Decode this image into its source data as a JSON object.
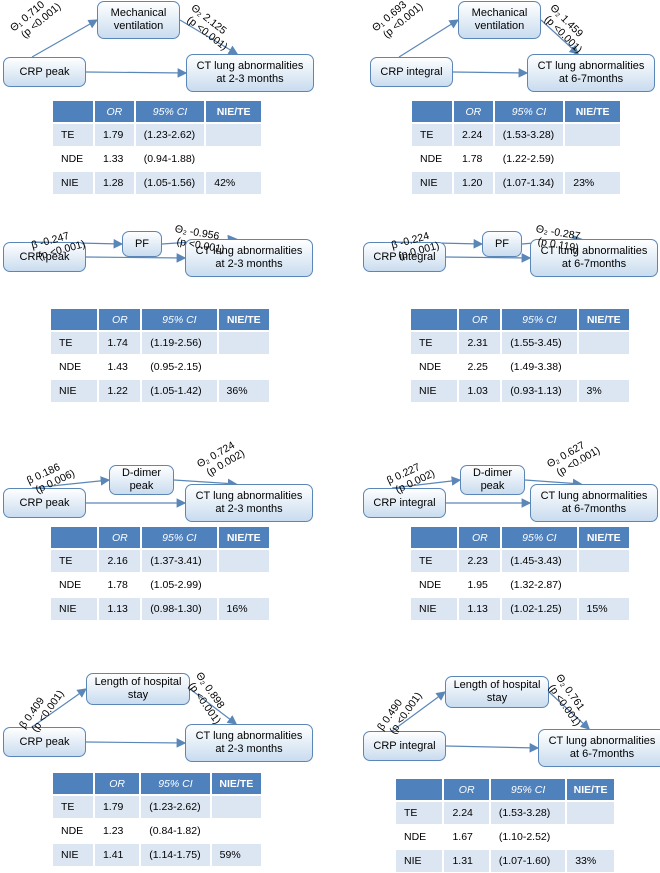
{
  "panels": [
    {
      "exposure": "CRP peak",
      "mediator": "Mechanical\nventilation",
      "outcome": "CT lung abnormalities\nat 2-3 months",
      "path_a": {
        "coef": "Θ₁ 0.710",
        "p": "(p <0.001)"
      },
      "path_b": {
        "coef": "Θ₂ 2.125",
        "p": "(p <0.001)"
      },
      "headers": [
        "",
        "OR",
        "95% CI",
        "NIE/TE"
      ],
      "rows": [
        [
          "TE",
          "1.79",
          "(1.23-2.62)",
          ""
        ],
        [
          "NDE",
          "1.33",
          "(0.94-1.88)",
          ""
        ],
        [
          "NIE",
          "1.28",
          "(1.05-1.56)",
          "42%"
        ]
      ]
    },
    {
      "exposure": "CRP integral",
      "mediator": "Mechanical\nventilation",
      "outcome": "CT lung abnormalities\nat 6-7months",
      "path_a": {
        "coef": "Θ₁ 0.693",
        "p": "(p <0.001)"
      },
      "path_b": {
        "coef": "Θ₂ 1.459",
        "p": "(p <0.001)"
      },
      "headers": [
        "",
        "OR",
        "95% CI",
        "NIE/TE"
      ],
      "rows": [
        [
          "TE",
          "2.24",
          "(1.53-3.28)",
          ""
        ],
        [
          "NDE",
          "1.78",
          "(1.22-2.59)",
          ""
        ],
        [
          "NIE",
          "1.20",
          "(1.07-1.34)",
          "23%"
        ]
      ]
    },
    {
      "exposure": "CRP peak",
      "mediator": "PF",
      "outcome": "CT lung abnormalities\nat 2-3 months",
      "path_a": {
        "coef": "β -0.247",
        "p": "(p <0.001)"
      },
      "path_b": {
        "coef": "Θ₂ -0.956",
        "p": "(p <0.001)"
      },
      "headers": [
        "",
        "OR",
        "95% CI",
        "NIE/TE"
      ],
      "rows": [
        [
          "TE",
          "1.74",
          "(1.19-2.56)",
          ""
        ],
        [
          "NDE",
          "1.43",
          "(0.95-2.15)",
          ""
        ],
        [
          "NIE",
          "1.22",
          "(1.05-1.42)",
          "36%"
        ]
      ]
    },
    {
      "exposure": "CRP integral",
      "mediator": "PF",
      "outcome": "CT lung abnormalities\nat 6-7months",
      "path_a": {
        "coef": "β -0.224",
        "p": "(p 0.001)"
      },
      "path_b": {
        "coef": "Θ₂ -0.287",
        "p": "(p 0.119)"
      },
      "headers": [
        "",
        "OR",
        "95% CI",
        "NIE/TE"
      ],
      "rows": [
        [
          "TE",
          "2.31",
          "(1.55-3.45)",
          ""
        ],
        [
          "NDE",
          "2.25",
          "(1.49-3.38)",
          ""
        ],
        [
          "NIE",
          "1.03",
          "(0.93-1.13)",
          "3%"
        ]
      ]
    },
    {
      "exposure": "CRP peak",
      "mediator": "D-dimer\npeak",
      "outcome": "CT lung abnormalities\nat 2-3 months",
      "path_a": {
        "coef": "β 0.186",
        "p": "(p 0.006)"
      },
      "path_b": {
        "coef": "Θ₂ 0.724",
        "p": "(p 0.002)"
      },
      "headers": [
        "",
        "OR",
        "95% CI",
        "NIE/TE"
      ],
      "rows": [
        [
          "TE",
          "2.16",
          "(1.37-3.41)",
          ""
        ],
        [
          "NDE",
          "1.78",
          "(1.05-2.99)",
          ""
        ],
        [
          "NIE",
          "1.13",
          "(0.98-1.30)",
          "16%"
        ]
      ]
    },
    {
      "exposure": "CRP integral",
      "mediator": "D-dimer\npeak",
      "outcome": "CT lung abnormalities\nat 6-7months",
      "path_a": {
        "coef": "β 0.227",
        "p": "(p 0.002)"
      },
      "path_b": {
        "coef": "Θ₂ 0.627",
        "p": "(p <0.001)"
      },
      "headers": [
        "",
        "OR",
        "95% CI",
        "NIE/TE"
      ],
      "rows": [
        [
          "TE",
          "2.23",
          "(1.45-3.43)",
          ""
        ],
        [
          "NDE",
          "1.95",
          "(1.32-2.87)",
          ""
        ],
        [
          "NIE",
          "1.13",
          "(1.02-1.25)",
          "15%"
        ]
      ]
    },
    {
      "exposure": "CRP peak",
      "mediator": "Length of hospital\nstay",
      "outcome": "CT lung abnormalities\nat 2-3 months",
      "path_a": {
        "coef": "β 0.409",
        "p": "(p <0.001)"
      },
      "path_b": {
        "coef": "Θ₂ 0.898",
        "p": "(p <0.001)"
      },
      "headers": [
        "",
        "OR",
        "95% CI",
        "NIE/TE"
      ],
      "rows": [
        [
          "TE",
          "1.79",
          "(1.23-2.62)",
          ""
        ],
        [
          "NDE",
          "1.23",
          "(0.84-1.82)",
          ""
        ],
        [
          "NIE",
          "1.41",
          "(1.14-1.75)",
          "59%"
        ]
      ]
    },
    {
      "exposure": "CRP integral",
      "mediator": "Length of hospital\nstay",
      "outcome": "CT lung abnormalities\nat 6-7months",
      "path_a": {
        "coef": "β 0.490",
        "p": "(p <0.001)"
      },
      "path_b": {
        "coef": "Θ₂ 0.761",
        "p": "(p <0.001)"
      },
      "headers": [
        "",
        "OR",
        "95% CI",
        "NIE/TE"
      ],
      "rows": [
        [
          "TE",
          "2.24",
          "(1.53-3.28)",
          ""
        ],
        [
          "NDE",
          "1.67",
          "(1.10-2.52)",
          ""
        ],
        [
          "NIE",
          "1.31",
          "(1.07-1.60)",
          "33%"
        ]
      ]
    }
  ],
  "colors": {
    "header_bg": "#4f81bd",
    "row_alt": "#dce6f2",
    "box_border": "#5b87b8",
    "arrow": "#5b87b8"
  }
}
